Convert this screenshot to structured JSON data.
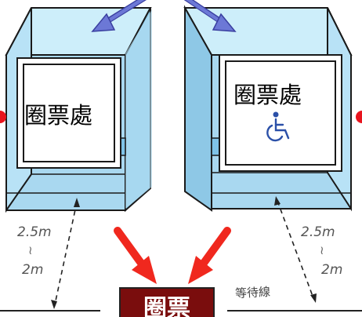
{
  "booths": [
    {
      "sign_label": "圈票處",
      "accessible": false,
      "distance_max": "2.5m",
      "range_symbol": "≀",
      "distance_min": "2m"
    },
    {
      "sign_label": "圈票處",
      "accessible": true,
      "distance_max": "2.5m",
      "range_symbol": "≀",
      "distance_min": "2m",
      "waiting_line_label": "等待線"
    }
  ],
  "ballot_box": {
    "label": "圈票"
  },
  "colors": {
    "booth_fill": "#a9d8f0",
    "booth_inner": "#cdeefa",
    "booth_outline": "#1a1a1a",
    "blue_arrow": "#6c78d6",
    "red_arrow": "#f0281e",
    "red_marker": "#e8141e",
    "ballot_box_fill": "#7a0d0d",
    "wheelchair_icon": "#2b50a8"
  }
}
